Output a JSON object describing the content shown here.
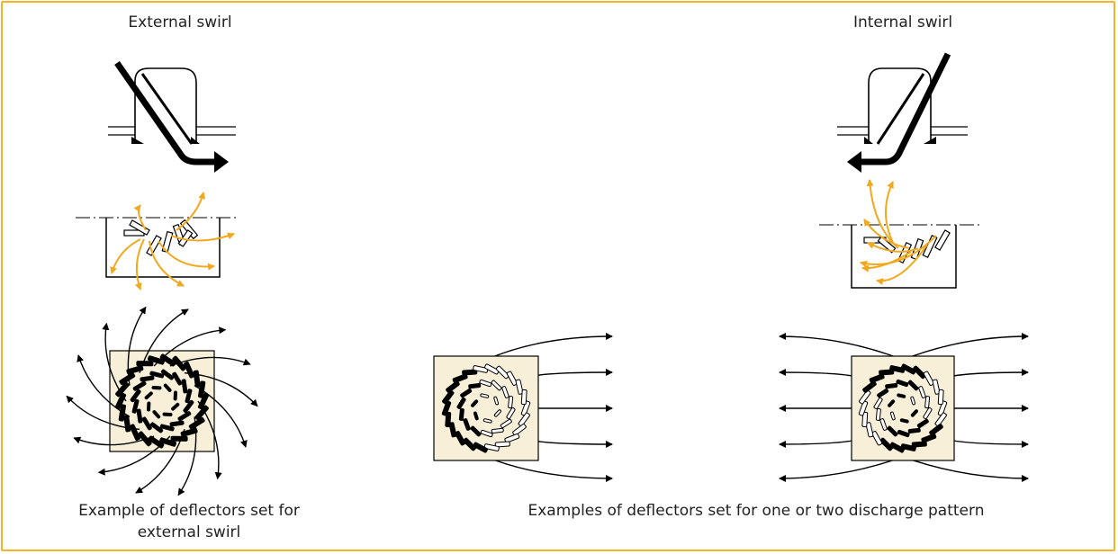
{
  "labels": {
    "external_title": "External swirl",
    "internal_title": "Internal swirl",
    "caption_left_line1": "Example of deflectors set for",
    "caption_left_line2": "external swirl",
    "caption_right": "Examples of deflectors set for one or two discharge pattern"
  },
  "colors": {
    "border": "#f5b326",
    "airflow_arrow": "#f2a81d",
    "panel_fill": "#f8efd9",
    "ink": "#000000"
  }
}
